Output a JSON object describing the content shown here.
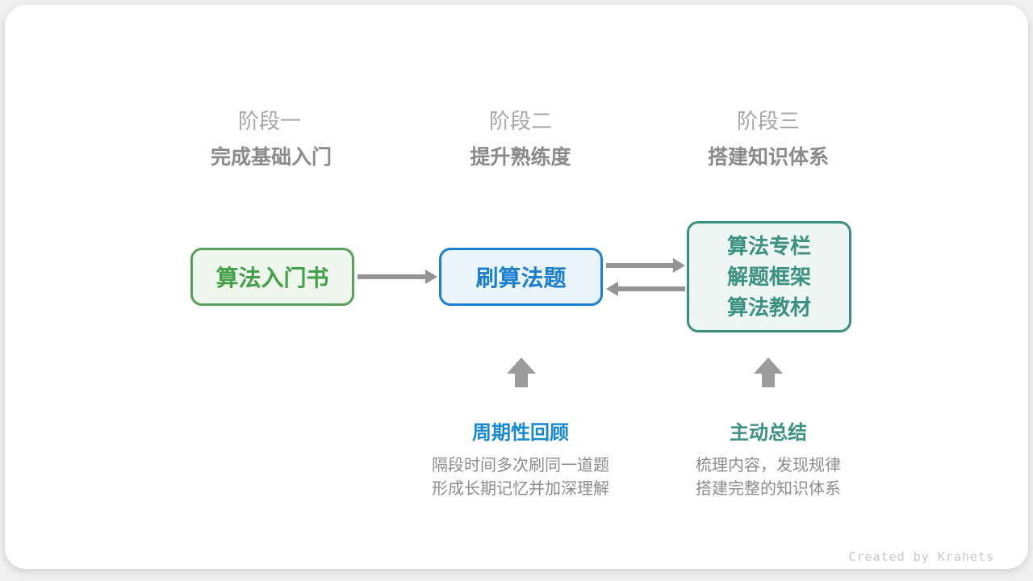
{
  "stages": [
    {
      "label": "阶段一",
      "subtitle": "完成基础入门"
    },
    {
      "label": "阶段二",
      "subtitle": "提升熟练度"
    },
    {
      "label": "阶段三",
      "subtitle": "搭建知识体系"
    }
  ],
  "nodes": {
    "stage1_box": {
      "label": "算法入门书"
    },
    "stage2_box": {
      "label": "刷算法题"
    },
    "stage3_box": {
      "lines": [
        "算法专栏",
        "解题框架",
        "算法教材"
      ]
    }
  },
  "annotations": [
    {
      "title": "周期性回顾",
      "lines": [
        "隔段时间多次刷同一道题",
        "形成长期记忆并加深理解"
      ]
    },
    {
      "title": "主动总结",
      "lines": [
        "梳理内容，发现规律",
        "搭建完整的知识体系"
      ]
    }
  ],
  "footer": {
    "credit": "Created by Krahets"
  },
  "colors": {
    "green_text": "#43a047",
    "green_border": "#57a05c",
    "green_bg": "#eef6ee",
    "blue_text": "#1b7ed0",
    "blue_border": "#1b7ed0",
    "blue_bg": "#eaf4fb",
    "teal_text": "#3b9181",
    "teal_border": "#3a8f7d",
    "teal_bg": "#edf6f2",
    "label_blue": "#1789d4",
    "label_teal": "#3b9181",
    "stage_label_gray": "#a7a7a7",
    "subtitle_gray": "#8a8a8a",
    "desc_gray": "#8c8c8c",
    "arrow_gray": "#949494",
    "credit_gray": "#c8c8c8"
  }
}
